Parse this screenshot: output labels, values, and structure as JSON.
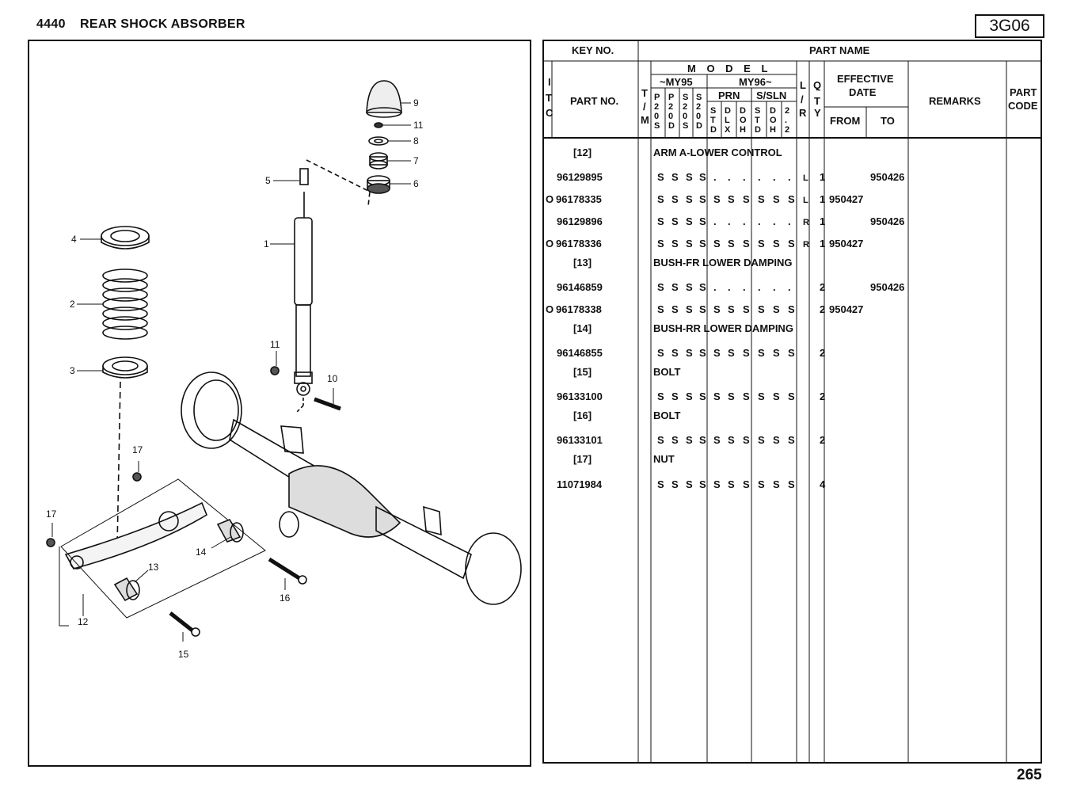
{
  "header": {
    "section_no": "4440",
    "section_title": "REAR SHOCK ABSORBER",
    "page_code": "3G06",
    "page_number": "265"
  },
  "table_header": {
    "key_no": "KEY NO.",
    "part_name": "PART NAME",
    "itc": [
      "I",
      "T",
      "C"
    ],
    "part_no": "PART NO.",
    "tm": [
      "T",
      "/",
      "M"
    ],
    "model": "M O D E L",
    "my95": "~MY95",
    "my96": "MY96~",
    "prn": "PRN",
    "ssln": "S/SLN",
    "model_codes": [
      [
        "P",
        "2",
        "0",
        "S"
      ],
      [
        "P",
        "2",
        "0",
        "D"
      ],
      [
        "S",
        "2",
        "0",
        "S"
      ],
      [
        "S",
        "2",
        "0",
        "D"
      ],
      [
        "S",
        "T",
        "D"
      ],
      [
        "D",
        "L",
        "X"
      ],
      [
        "D",
        "O",
        "H"
      ],
      [
        "S",
        "T",
        "D"
      ],
      [
        "D",
        "O",
        "H"
      ],
      [
        "2",
        ".",
        "2"
      ]
    ],
    "lr": [
      "L",
      "/",
      "R"
    ],
    "qty": [
      "Q",
      "'",
      "T",
      "Y"
    ],
    "effective_date": [
      "EFFECTIVE",
      "DATE"
    ],
    "from": "FROM",
    "to": "TO",
    "remarks": "REMARKS",
    "part_code": [
      "PART",
      "CODE"
    ]
  },
  "rows": [
    {
      "type": "key",
      "key": "[12]",
      "name": "ARM A-LOWER CONTROL"
    },
    {
      "type": "part",
      "itc": "",
      "part_no": "96129895",
      "models": [
        "S",
        "S",
        "S",
        "S",
        ".",
        ".",
        ".",
        ".",
        ".",
        "."
      ],
      "lr": "L",
      "qty": "1",
      "from": "",
      "to": "950426"
    },
    {
      "type": "part",
      "itc": "O",
      "part_no": "96178335",
      "models": [
        "S",
        "S",
        "S",
        "S",
        "S",
        "S",
        "S",
        "S",
        "S",
        "S"
      ],
      "lr": "L",
      "qty": "1",
      "from": "950427",
      "to": ""
    },
    {
      "type": "part",
      "itc": "",
      "part_no": "96129896",
      "models": [
        "S",
        "S",
        "S",
        "S",
        ".",
        ".",
        ".",
        ".",
        ".",
        "."
      ],
      "lr": "R",
      "qty": "1",
      "from": "",
      "to": "950426"
    },
    {
      "type": "part",
      "itc": "O",
      "part_no": "96178336",
      "models": [
        "S",
        "S",
        "S",
        "S",
        "S",
        "S",
        "S",
        "S",
        "S",
        "S"
      ],
      "lr": "R",
      "qty": "1",
      "from": "950427",
      "to": ""
    },
    {
      "type": "key",
      "key": "[13]",
      "name": "BUSH-FR LOWER DAMPING"
    },
    {
      "type": "part",
      "itc": "",
      "part_no": "96146859",
      "models": [
        "S",
        "S",
        "S",
        "S",
        ".",
        ".",
        ".",
        ".",
        ".",
        "."
      ],
      "lr": "",
      "qty": "2",
      "from": "",
      "to": "950426"
    },
    {
      "type": "part",
      "itc": "O",
      "part_no": "96178338",
      "models": [
        "S",
        "S",
        "S",
        "S",
        "S",
        "S",
        "S",
        "S",
        "S",
        "S"
      ],
      "lr": "",
      "qty": "2",
      "from": "950427",
      "to": ""
    },
    {
      "type": "key",
      "key": "[14]",
      "name": "BUSH-RR LOWER DAMPING"
    },
    {
      "type": "part",
      "itc": "",
      "part_no": "96146855",
      "models": [
        "S",
        "S",
        "S",
        "S",
        "S",
        "S",
        "S",
        "S",
        "S",
        "S"
      ],
      "lr": "",
      "qty": "2",
      "from": "",
      "to": ""
    },
    {
      "type": "key",
      "key": "[15]",
      "name": "BOLT"
    },
    {
      "type": "part",
      "itc": "",
      "part_no": "96133100",
      "models": [
        "S",
        "S",
        "S",
        "S",
        "S",
        "S",
        "S",
        "S",
        "S",
        "S"
      ],
      "lr": "",
      "qty": "2",
      "from": "",
      "to": ""
    },
    {
      "type": "key",
      "key": "[16]",
      "name": "BOLT"
    },
    {
      "type": "part",
      "itc": "",
      "part_no": "96133101",
      "models": [
        "S",
        "S",
        "S",
        "S",
        "S",
        "S",
        "S",
        "S",
        "S",
        "S"
      ],
      "lr": "",
      "qty": "2",
      "from": "",
      "to": ""
    },
    {
      "type": "key",
      "key": "[17]",
      "name": "NUT"
    },
    {
      "type": "part",
      "itc": "",
      "part_no": "11071984",
      "models": [
        "S",
        "S",
        "S",
        "S",
        "S",
        "S",
        "S",
        "S",
        "S",
        "S"
      ],
      "lr": "",
      "qty": "4",
      "from": "",
      "to": ""
    }
  ],
  "diagram": {
    "callouts": [
      "1",
      "2",
      "3",
      "4",
      "5",
      "6",
      "7",
      "8",
      "9",
      "10",
      "11",
      "11",
      "12",
      "13",
      "14",
      "15",
      "16",
      "17",
      "17"
    ]
  }
}
